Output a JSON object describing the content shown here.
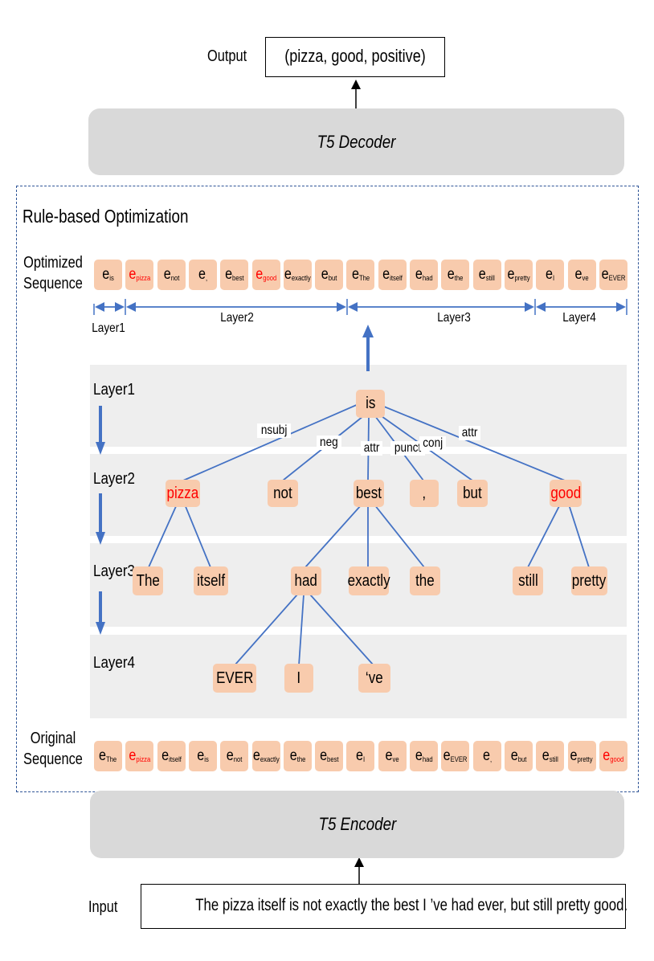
{
  "output": {
    "label": "Output",
    "value": "(pizza, good, positive)"
  },
  "decoder": {
    "label": "T5 Decoder"
  },
  "optimization": {
    "title": "Rule-based Optimization"
  },
  "optimized_sequence": {
    "label_line1": "Optimized",
    "label_line2": "Sequence",
    "tokens": [
      {
        "sub": "is",
        "highlight": false
      },
      {
        "sub": "pizza",
        "highlight": true
      },
      {
        "sub": "not",
        "highlight": false
      },
      {
        "sub": ",",
        "highlight": false
      },
      {
        "sub": "best",
        "highlight": false
      },
      {
        "sub": "good",
        "highlight": true
      },
      {
        "sub": "exactly",
        "highlight": false
      },
      {
        "sub": "but",
        "highlight": false
      },
      {
        "sub": "The",
        "highlight": false
      },
      {
        "sub": "itself",
        "highlight": false
      },
      {
        "sub": "had",
        "highlight": false
      },
      {
        "sub": "the",
        "highlight": false
      },
      {
        "sub": "still",
        "highlight": false
      },
      {
        "sub": "pretty",
        "highlight": false
      },
      {
        "sub": "I",
        "highlight": false
      },
      {
        "sub": "ve",
        "highlight": false
      },
      {
        "sub": "EVER",
        "highlight": false
      }
    ],
    "segments": [
      "Layer1",
      "Layer2",
      "Layer3",
      "Layer4"
    ]
  },
  "tree": {
    "layers": [
      "Layer1",
      "Layer2",
      "Layer3",
      "Layer4"
    ],
    "nodes": {
      "is": "is",
      "pizza": "pizza",
      "not": "not",
      "best": "best",
      "comma": ",",
      "but": "but",
      "good": "good",
      "The": "The",
      "itself": "itself",
      "had": "had",
      "exactly": "exactly",
      "the": "the",
      "still": "still",
      "pretty": "pretty",
      "EVER": "EVER",
      "I": "I",
      "ve": "‘ve"
    },
    "relations": {
      "nsubj": "nsubj",
      "neg": "neg",
      "attr1": "attr",
      "punct": "punct",
      "conj": "conj",
      "attr2": "attr"
    }
  },
  "original_sequence": {
    "label_line1": "Original",
    "label_line2": "Sequence",
    "tokens": [
      {
        "sub": "The",
        "highlight": false
      },
      {
        "sub": "pizza",
        "highlight": true
      },
      {
        "sub": "itself",
        "highlight": false
      },
      {
        "sub": "is",
        "highlight": false
      },
      {
        "sub": "not",
        "highlight": false
      },
      {
        "sub": "exactly",
        "highlight": false
      },
      {
        "sub": "the",
        "highlight": false
      },
      {
        "sub": "best",
        "highlight": false
      },
      {
        "sub": "I",
        "highlight": false
      },
      {
        "sub": "ve",
        "highlight": false
      },
      {
        "sub": "had",
        "highlight": false
      },
      {
        "sub": "EVER",
        "highlight": false
      },
      {
        "sub": ",",
        "highlight": false
      },
      {
        "sub": "but",
        "highlight": false
      },
      {
        "sub": "still",
        "highlight": false
      },
      {
        "sub": "pretty",
        "highlight": false
      },
      {
        "sub": "good",
        "highlight": true
      }
    ]
  },
  "encoder": {
    "label": "T5 Encoder"
  },
  "input": {
    "label": "Input",
    "value": "The pizza itself is not exactly the best I ’ve had ever, but still pretty good."
  },
  "colors": {
    "token_fill": "#f8cbad",
    "highlight": "#ff0000",
    "edge": "#4472c4",
    "band": "#eeeeee",
    "bar": "#d9d9d9"
  }
}
